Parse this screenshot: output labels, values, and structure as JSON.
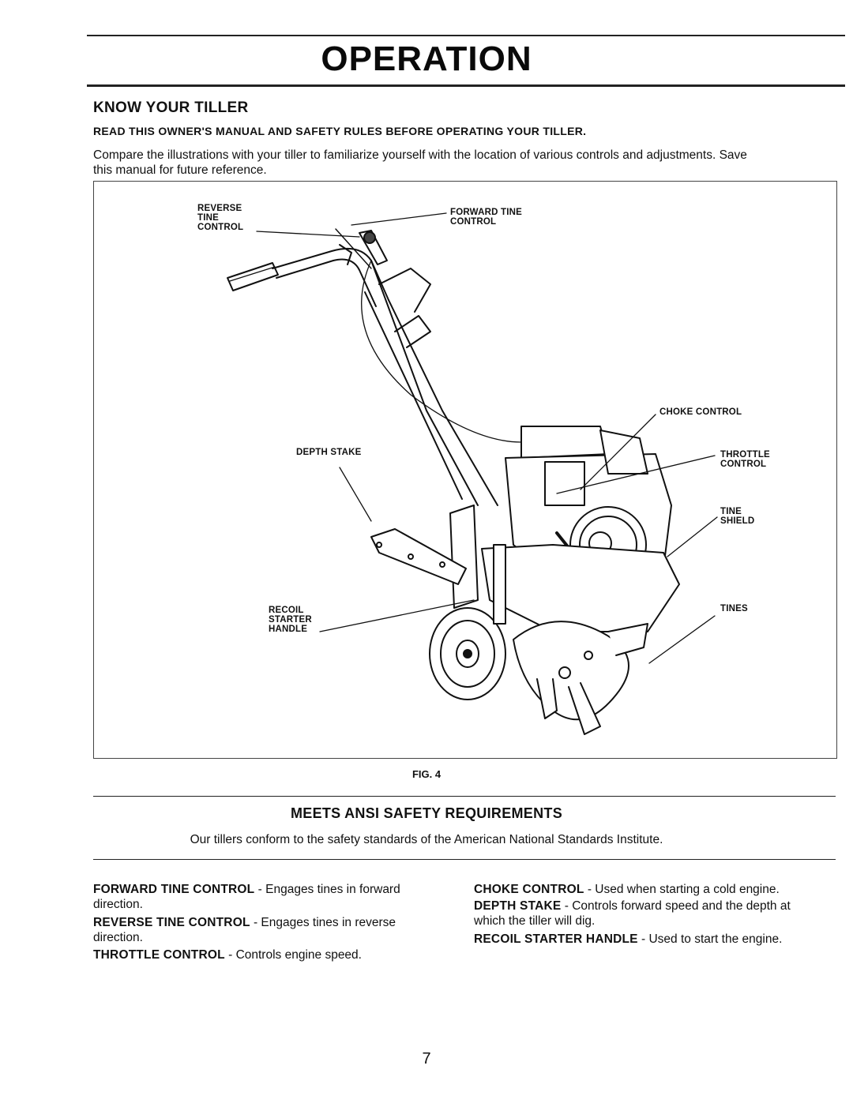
{
  "page_title": "OPERATION",
  "know_your_tiller": {
    "heading": "KNOW YOUR TILLER",
    "subheading": "READ THIS OWNER'S MANUAL AND SAFETY RULES BEFORE OPERATING YOUR TILLER.",
    "intro_line1": "Compare the illustrations with your tiller to familiarize yourself with the location of various controls and adjustments. Save",
    "intro_line2": "this manual for future reference."
  },
  "figure": {
    "labels": {
      "reverse_tine_control": [
        "REVERSE",
        "TINE",
        "CONTROL"
      ],
      "forward_tine_control": [
        "FORWARD TINE",
        "CONTROL"
      ],
      "choke_control": "CHOKE CONTROL",
      "depth_stake": "DEPTH STAKE",
      "throttle_control": [
        "THROTTLE",
        "CONTROL"
      ],
      "tine_shield": [
        "TINE",
        "SHIELD"
      ],
      "recoil_starter_handle": [
        "RECOIL",
        "STARTER",
        "HANDLE"
      ],
      "tines": "TINES"
    },
    "caption": "FIG. 4"
  },
  "ansi": {
    "heading": "MEETS ANSI SAFETY REQUIREMENTS",
    "text": "Our tillers conform to the safety standards of the American National Standards Institute."
  },
  "descriptions": {
    "left": [
      {
        "term": "FORWARD TINE CONTROL",
        "line1": " - Engages tines in forward",
        "line2": "direction."
      },
      {
        "term": "REVERSE TINE CONTROL",
        "line1": " - Engages tines in reverse",
        "line2": "direction."
      },
      {
        "term": "THROTTLE CONTROL",
        "line1": " - Controls engine speed.",
        "line2": ""
      }
    ],
    "right": [
      {
        "term": "CHOKE CONTROL",
        "line1": " - Used when starting a cold engine.",
        "line2": ""
      },
      {
        "term": "DEPTH STAKE",
        "line1": " - Controls forward speed and the depth at",
        "line2": "which the tiller will dig."
      },
      {
        "term": "RECOIL STARTER HANDLE",
        "line1": " - Used to start the engine.",
        "line2": ""
      }
    ]
  },
  "page_number": "7"
}
